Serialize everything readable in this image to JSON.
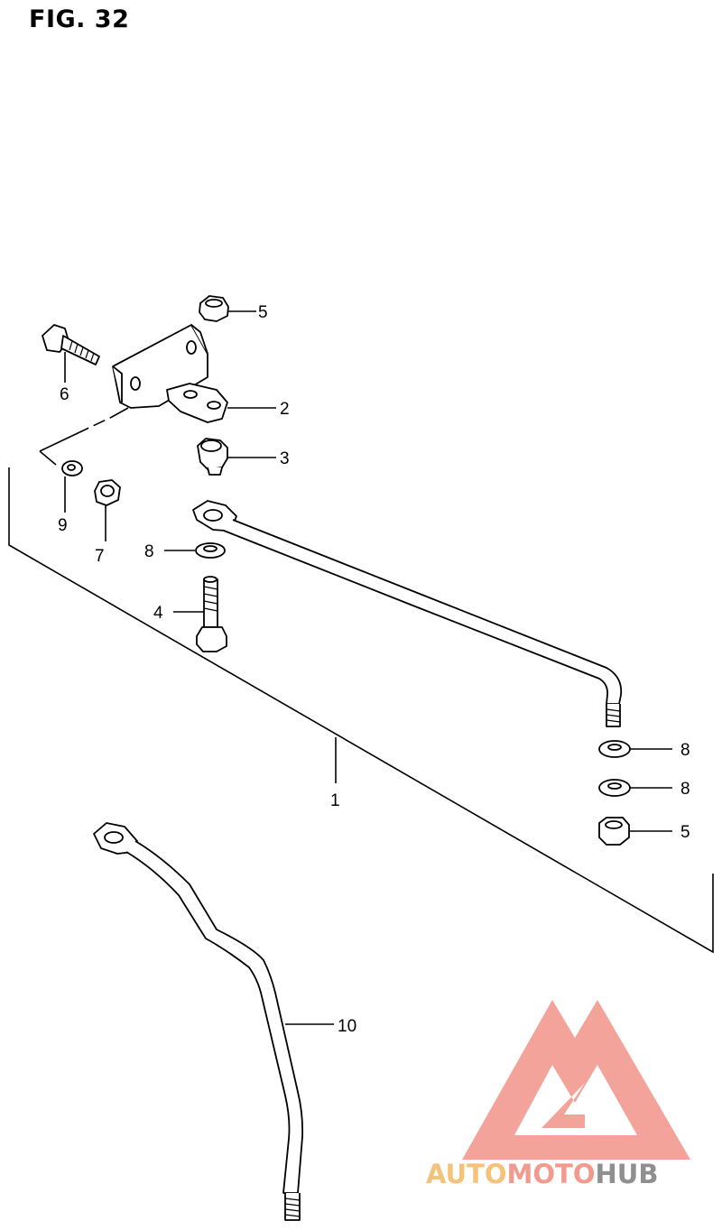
{
  "figure": {
    "title": "FIG. 32"
  },
  "parts": {
    "p1": "1",
    "p2": "2",
    "p3": "3",
    "p4": "4",
    "p5a": "5",
    "p5b": "5",
    "p6": "6",
    "p7": "7",
    "p8a": "8",
    "p8b": "8",
    "p8c": "8",
    "p9": "9",
    "p10": "10"
  },
  "watermark": {
    "part1": "AUTO",
    "part2": "MOTO",
    "part3": "HUB",
    "color_auto": "#f5c27a",
    "color_moto": "#f39a8e",
    "color_hub": "#8f8f8f",
    "color_mark": "#f2938a"
  }
}
